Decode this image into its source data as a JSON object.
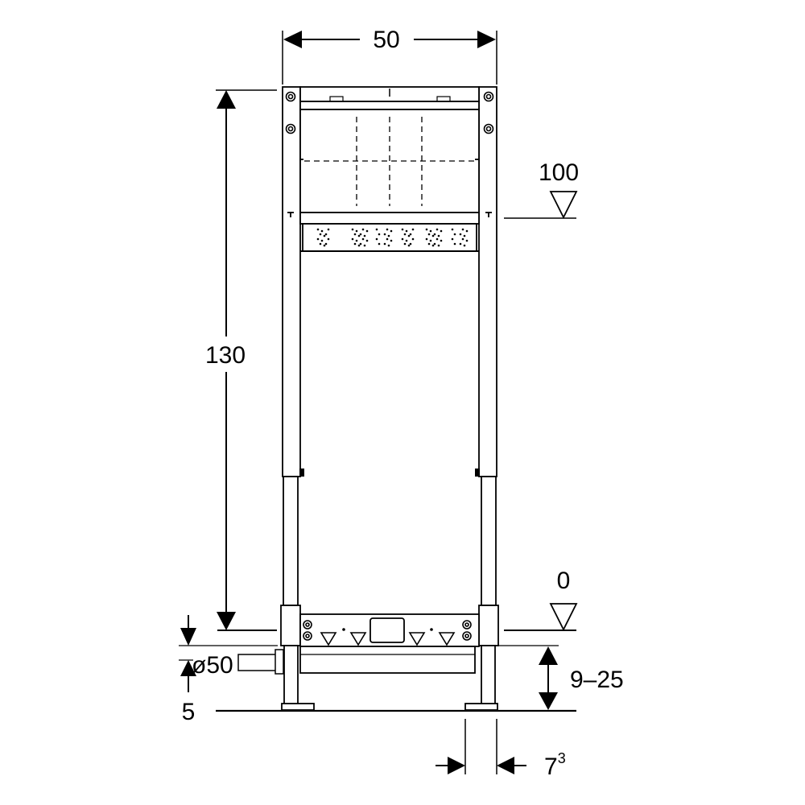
{
  "dimensions": {
    "width": "50",
    "height": "130",
    "level_upper": "100",
    "level_zero": "0",
    "pipe_diameter": "ø50",
    "bottom_offset": "5",
    "adjust_range": "9–25",
    "foot_depth_base": "7",
    "foot_depth_sup": "3"
  },
  "colors": {
    "line": "#000000",
    "background": "#ffffff"
  }
}
